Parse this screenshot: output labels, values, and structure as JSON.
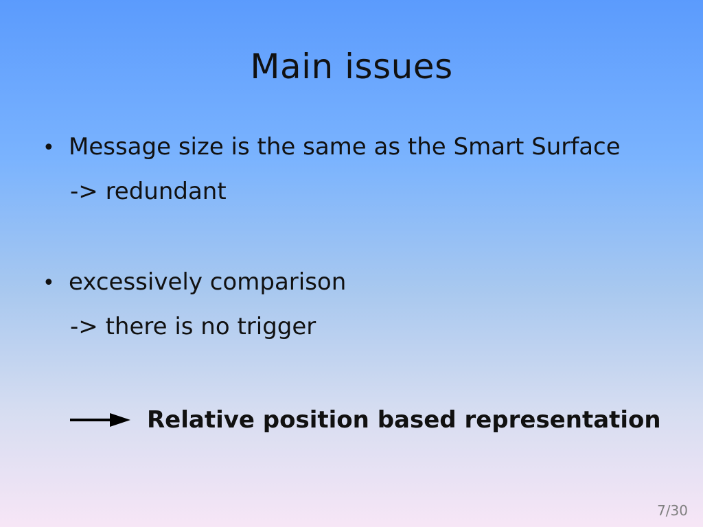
{
  "slide": {
    "title": "Main issues",
    "bullets": [
      {
        "text": "Message size is the same as the Smart Surface",
        "sub": "-> redundant"
      },
      {
        "text": "excessively comparison",
        "sub": "-> there is no trigger"
      }
    ],
    "bullet_symbol": "•",
    "conclusion": {
      "arrow_icon": "right-arrow-icon",
      "text": "Relative position based representation"
    },
    "page_number": "7/30"
  }
}
